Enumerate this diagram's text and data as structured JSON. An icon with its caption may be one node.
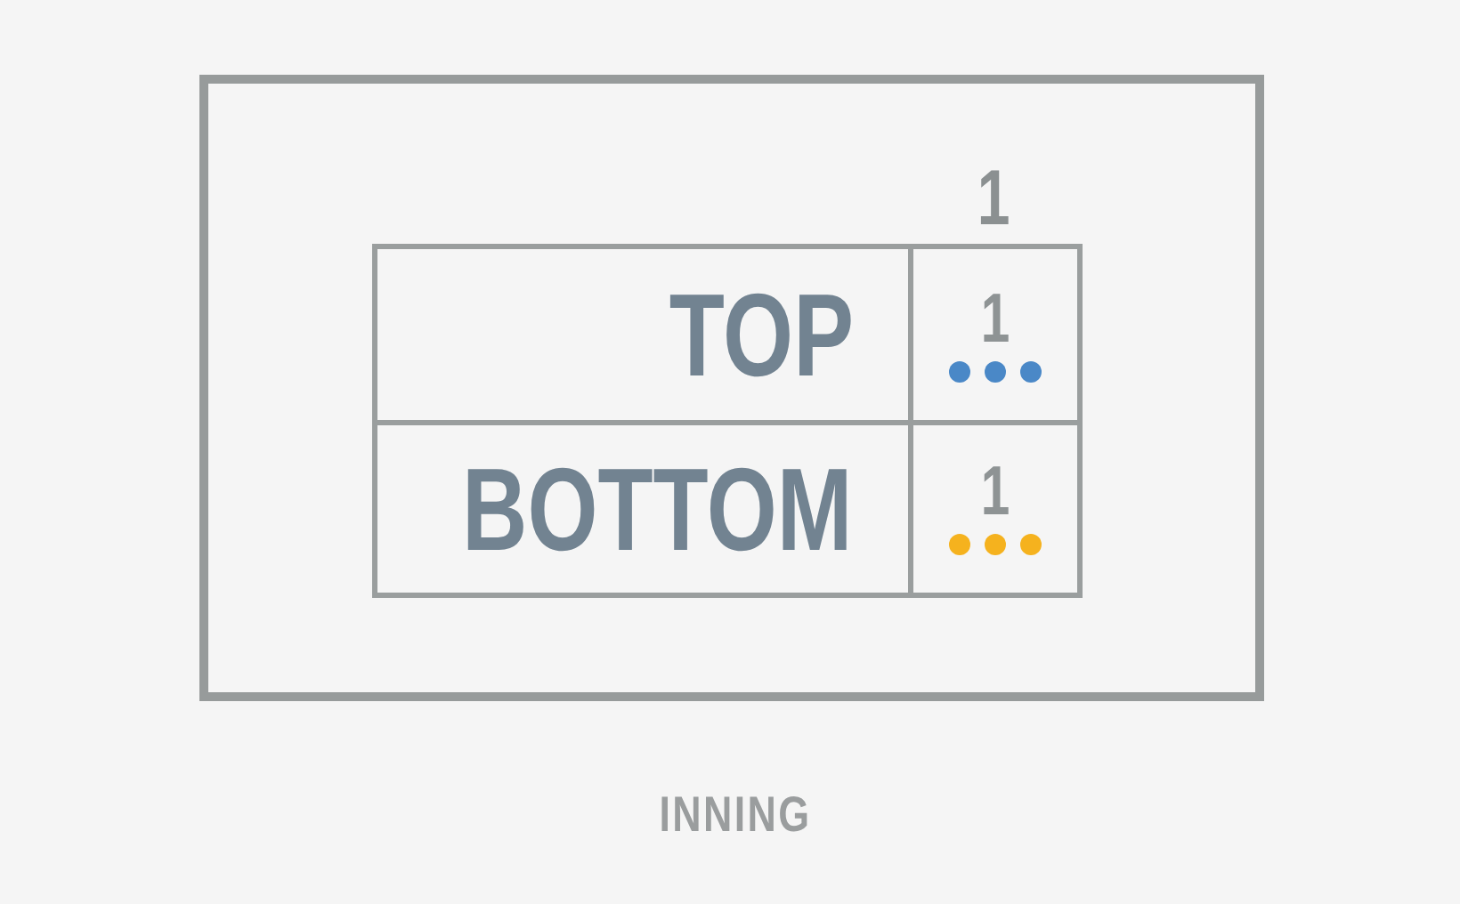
{
  "diagram": {
    "caption": "INNING",
    "nodes": [
      {
        "text": [],
        "shape": "box"
      },
      {
        "text": [
          "TOP"
        ],
        "in": 0
      },
      {
        "text": [
          "1"
        ],
        "in": 0
      },
      {
        "text": [
          "BOTTOM"
        ],
        "in": 0
      },
      {
        "text": [
          "1"
        ],
        "in": 0
      }
    ],
    "labels": [
      "1"
    ]
  }
}
